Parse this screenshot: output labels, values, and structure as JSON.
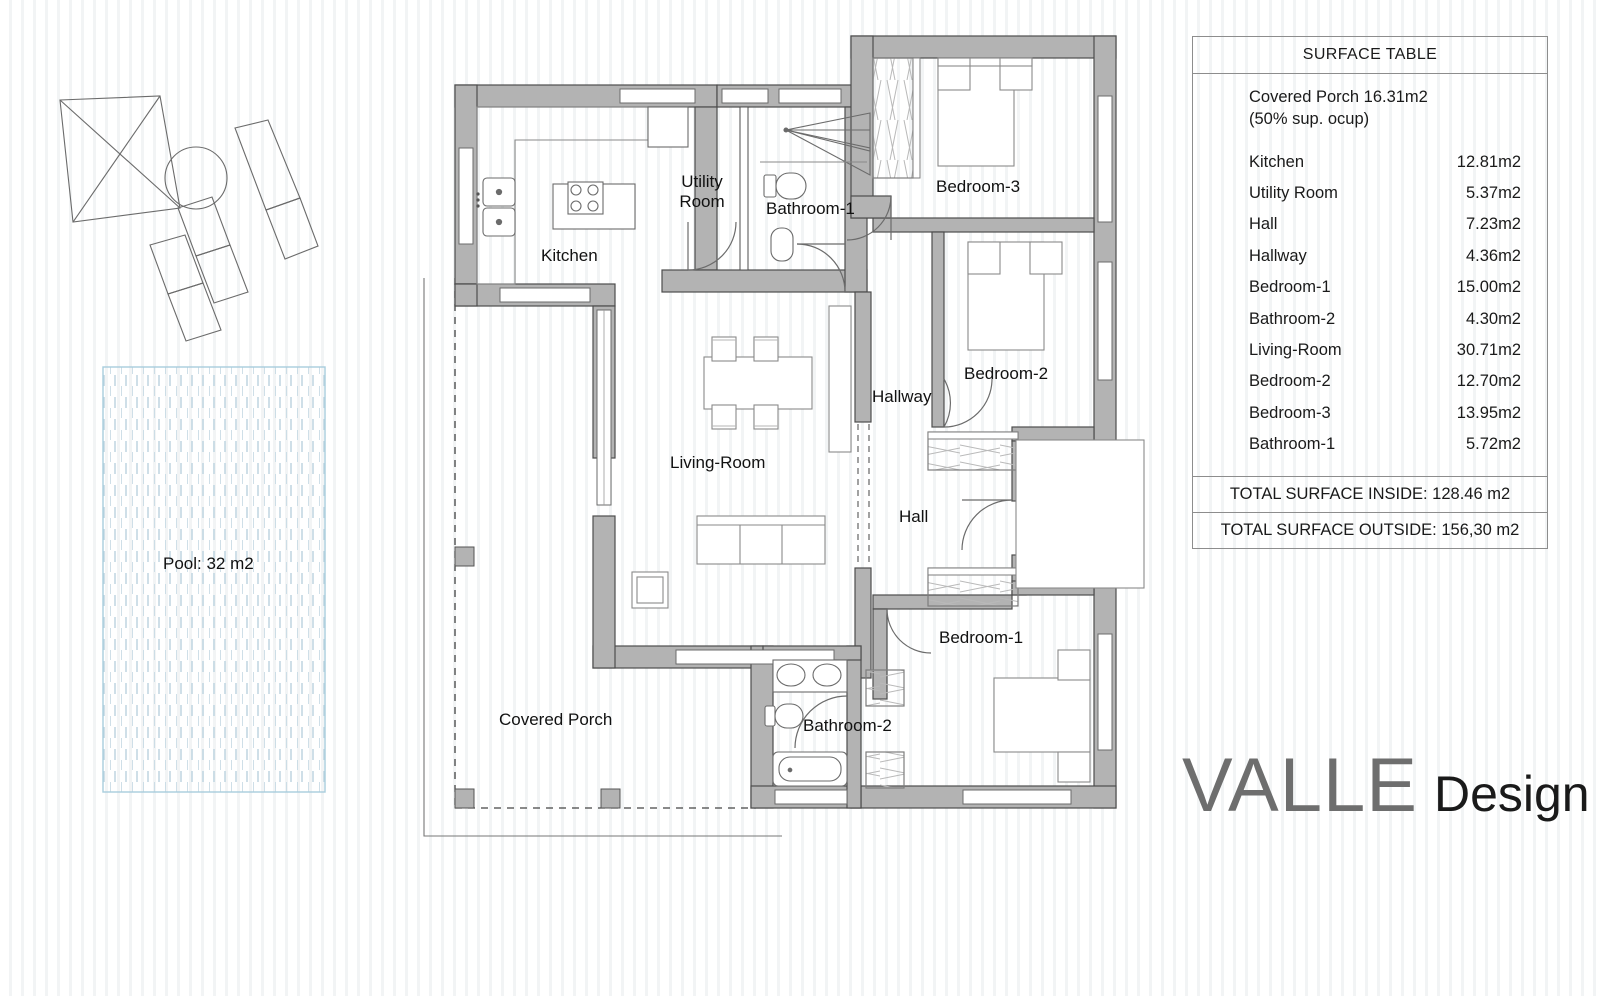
{
  "document": {
    "type": "architectural-floor-plan",
    "background_color": "#ffffff",
    "wall_fill": "#b3b3b3",
    "line_color": "#4d4d4d"
  },
  "logo": {
    "primary": "VALLE",
    "secondary": "Design",
    "primary_color": "#6e6e6e",
    "secondary_color": "#1a1a1a"
  },
  "surface_table": {
    "title": "SURFACE TABLE",
    "note_line1": "Covered Porch 16.31m2",
    "note_line2": "(50% sup. ocup)",
    "rows": [
      {
        "label": "Kitchen",
        "value": "12.81m2"
      },
      {
        "label": "Utility Room",
        "value": "5.37m2"
      },
      {
        "label": "Hall",
        "value": "7.23m2"
      },
      {
        "label": "Hallway",
        "value": "4.36m2"
      },
      {
        "label": "Bedroom-1",
        "value": "15.00m2"
      },
      {
        "label": "Bathroom-2",
        "value": "4.30m2"
      },
      {
        "label": "Living-Room",
        "value": "30.71m2"
      },
      {
        "label": "Bedroom-2",
        "value": "12.70m2"
      },
      {
        "label": "Bedroom-3",
        "value": "13.95m2"
      },
      {
        "label": "Bathroom-1",
        "value": "5.72m2"
      }
    ],
    "total_inside": "TOTAL SURFACE INSIDE: 128.46 m2",
    "total_outside": "TOTAL SURFACE OUTSIDE: 156,30 m2"
  },
  "plan_labels": {
    "kitchen": "Kitchen",
    "utility_room_line1": "Utility",
    "utility_room_line2": "Room",
    "bathroom_1": "Bathroom-1",
    "bedroom_3": "Bedroom-3",
    "bedroom_2": "Bedroom-2",
    "bedroom_1": "Bedroom-1",
    "bathroom_2": "Bathroom-2",
    "living_room": "Living-Room",
    "hallway": "Hallway",
    "hall": "Hall",
    "covered_porch": "Covered Porch",
    "pool": "Pool: 32 m2"
  },
  "outdoor": {
    "pool_border_color": "#a8cddd",
    "pool_hatch_color": "#cfdde6",
    "furniture": [
      "parasol",
      "round-table",
      "sun-lounger",
      "sun-lounger",
      "sun-lounger"
    ]
  }
}
